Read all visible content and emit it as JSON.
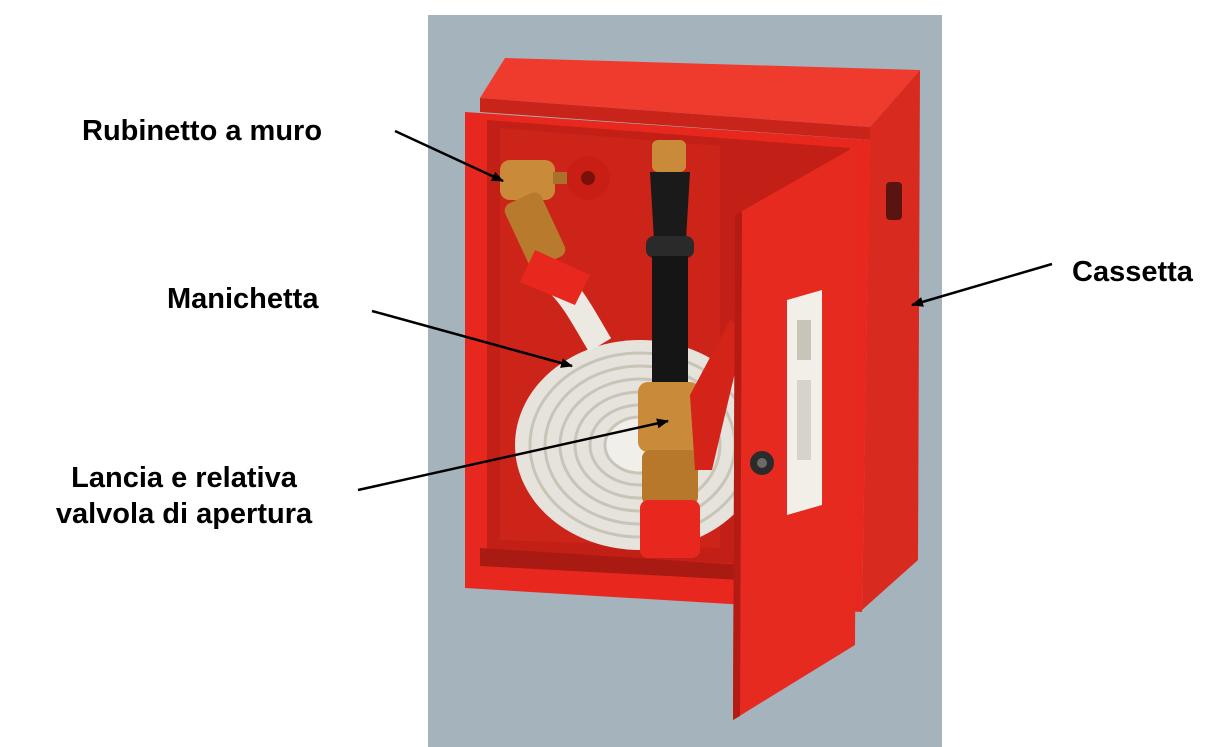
{
  "labels": {
    "rubinetto": "Rubinetto a muro",
    "manichetta": "Manichetta",
    "lancia_line1": "Lancia e relativa",
    "lancia_line2": "valvola di apertura",
    "cassetta": "Cassetta"
  },
  "colors": {
    "background": "#ffffff",
    "photo_backdrop": "#a5b3bd",
    "cabinet_red": "#e8281e",
    "cabinet_dark_red": "#b81a12",
    "hose_white": "#f1efe9",
    "brass": "#c98a3a",
    "nozzle_black": "#1a1a1a",
    "arrow": "#000000"
  }
}
